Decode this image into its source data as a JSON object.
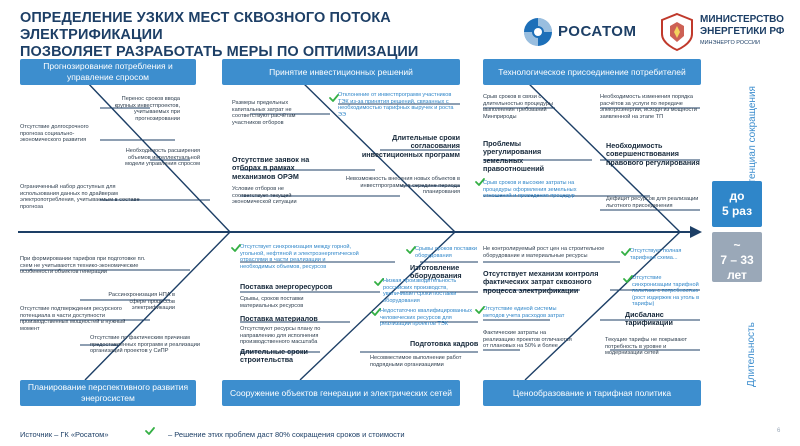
{
  "title_line1": "ОПРЕДЕЛЕНИЕ УЗКИХ МЕСТ СКВОЗНОГО ПОТОКА ЭЛЕКТРИФИКАЦИИ",
  "title_line2": "ПОЗВОЛЯЕТ РАЗРАБОТАТЬ МЕРЫ ПО ОПТИМИЗАЦИИ",
  "logos": {
    "rosatom": "РОСАТОМ",
    "ministry_line1": "МИНИСТЕРСТВО",
    "ministry_line2": "ЭНЕРГЕТИКИ РФ",
    "ministry_sub": "МИНЭНЕРГО РОССИИ"
  },
  "headers": {
    "top": [
      "Прогнозирование потребления и управление спросом",
      "Принятие инвестиционных решений",
      "Технологическое присоединение потребителей"
    ],
    "bottom": [
      "Планирование перспективного развития энергосистем",
      "Сооружение объектов генерации и электрических сетей",
      "Ценообразование и тарифная политика"
    ]
  },
  "section1": {
    "notes": [
      "Перенос сроков ввода крупных инвестпроектов, учитываемых при прогнозировании",
      "Отсутствие долгосрочного прогноза социально-экономического развития",
      "Необходимость расширения объемов интеллектуальной модели управления спросом",
      "Ограниченный набор доступных для использования данных по драйверам электропотребления, учитываемым в составе прогноза"
    ]
  },
  "section2": {
    "notes": [
      "Размеры предельных капитальных затрат не соответствуют расчётам участников отборов",
      "Отклонение от инвестпрограмм участников ТЭК из-за принятия решений, связанных с необходимостью тарифных выручек и роста ЭЭ",
      "Условие отборов не соответствует текущей экономической ситуации",
      "Невозможность внесения новых объектов в инвестпрограмму в середине периода планирования"
    ],
    "bold": [
      "Отсутствие заявок на отборах в рамках механизмов ОРЭМ",
      "Длительные сроки согласования инвестиционных программ"
    ]
  },
  "section3": {
    "notes": [
      "Срыв сроков в связи с длительностью процедуры выполнения требований Минприроды",
      "Необходимость изменения порядка расчётов за услуги по передаче электроэнергии, исходя из мощности заявленной на этапе ТП",
      "Срыв сроков и высокие затраты на процедуры оформления земельных отношений и проведения процедур",
      "Дефицит ресурсов для реализации льготного присоединения"
    ],
    "bold": [
      "Проблемы урегулирования земельных правоотношений",
      "Необходимость совершенствования правового регулирования"
    ]
  },
  "section4": {
    "notes": [
      "При формировании тарифов при подготовке пл. схем не учитываются технико-экономические особенности объектов генерации",
      "Рассинхронизация НПА в сфере процессов электрификации",
      "Отсутствие подтверждения ресурсного потенциала в части доступности производственных мощностей в нужный момент",
      "Отсутствие по фактическим причинам предоставленных программ и реализации организаций проектов у СиПР"
    ]
  },
  "section5": {
    "notes": [
      "Отсутствует синхронизация между горной, угольной, нефтяной и электроэнергетической отраслями в части реализации и необходимых объемов, ресурсов",
      "Срывы сроков поставки оборудования",
      "Срывы, сроков поставки материальных ресурсов",
      "Низкая производительность российских производств, увеличивает сроки поставки оборудования",
      "Отсутствуют ресурсы плану по направлению для исполнения производственного масштаба",
      "Недостаточно квалифицированных человеческих ресурсов для реализации проектов ТЭК",
      "Несовместимое выполнение работ подрядными организациями"
    ],
    "bold": [
      "Изготовление оборудования",
      "Поставка энергоресурсов",
      "Поставка материалов",
      "Подготовка кадров",
      "Длительные сроки строительства"
    ]
  },
  "section6": {
    "notes": [
      "Не контролируемый рост цен на строительное оборудование и материальные ресурсы",
      "Отсутствует полная тарифная схема...",
      "Отсутствие единой системы методов учета расходов затрат",
      "Фактические затраты на реализацию проектов отличаются от плановых на 50% и более",
      "Текущие тарифы не покрывают потребность в уровне и модернизации сетей",
      "Отсутствие синхронизации тарифной политики с потребностью (рост издержек на уголь в тарифы)"
    ],
    "bold": [
      "Отсутствует механизм контроля фактических затрат сквозного процесса электрификации",
      "Дисбаланс тарификации"
    ]
  },
  "right_panel": {
    "top_label": "Потенциал сокращения",
    "box_do_line1": "до",
    "box_do_line2": "5 раз",
    "box_range_line1": "~",
    "box_range_line2": "7 – 33",
    "box_range_line3": "лет",
    "bottom_label": "Длительность"
  },
  "footer": {
    "source": "Источник – ГК «Росатом»",
    "legend": "– Решение этих проблем даст 80% сокращения сроков и стоимости",
    "page": "6"
  },
  "colors": {
    "title": "#1d3f66",
    "accent": "#3d8ece",
    "check": "#35b045",
    "spine": "#1d3f66"
  }
}
